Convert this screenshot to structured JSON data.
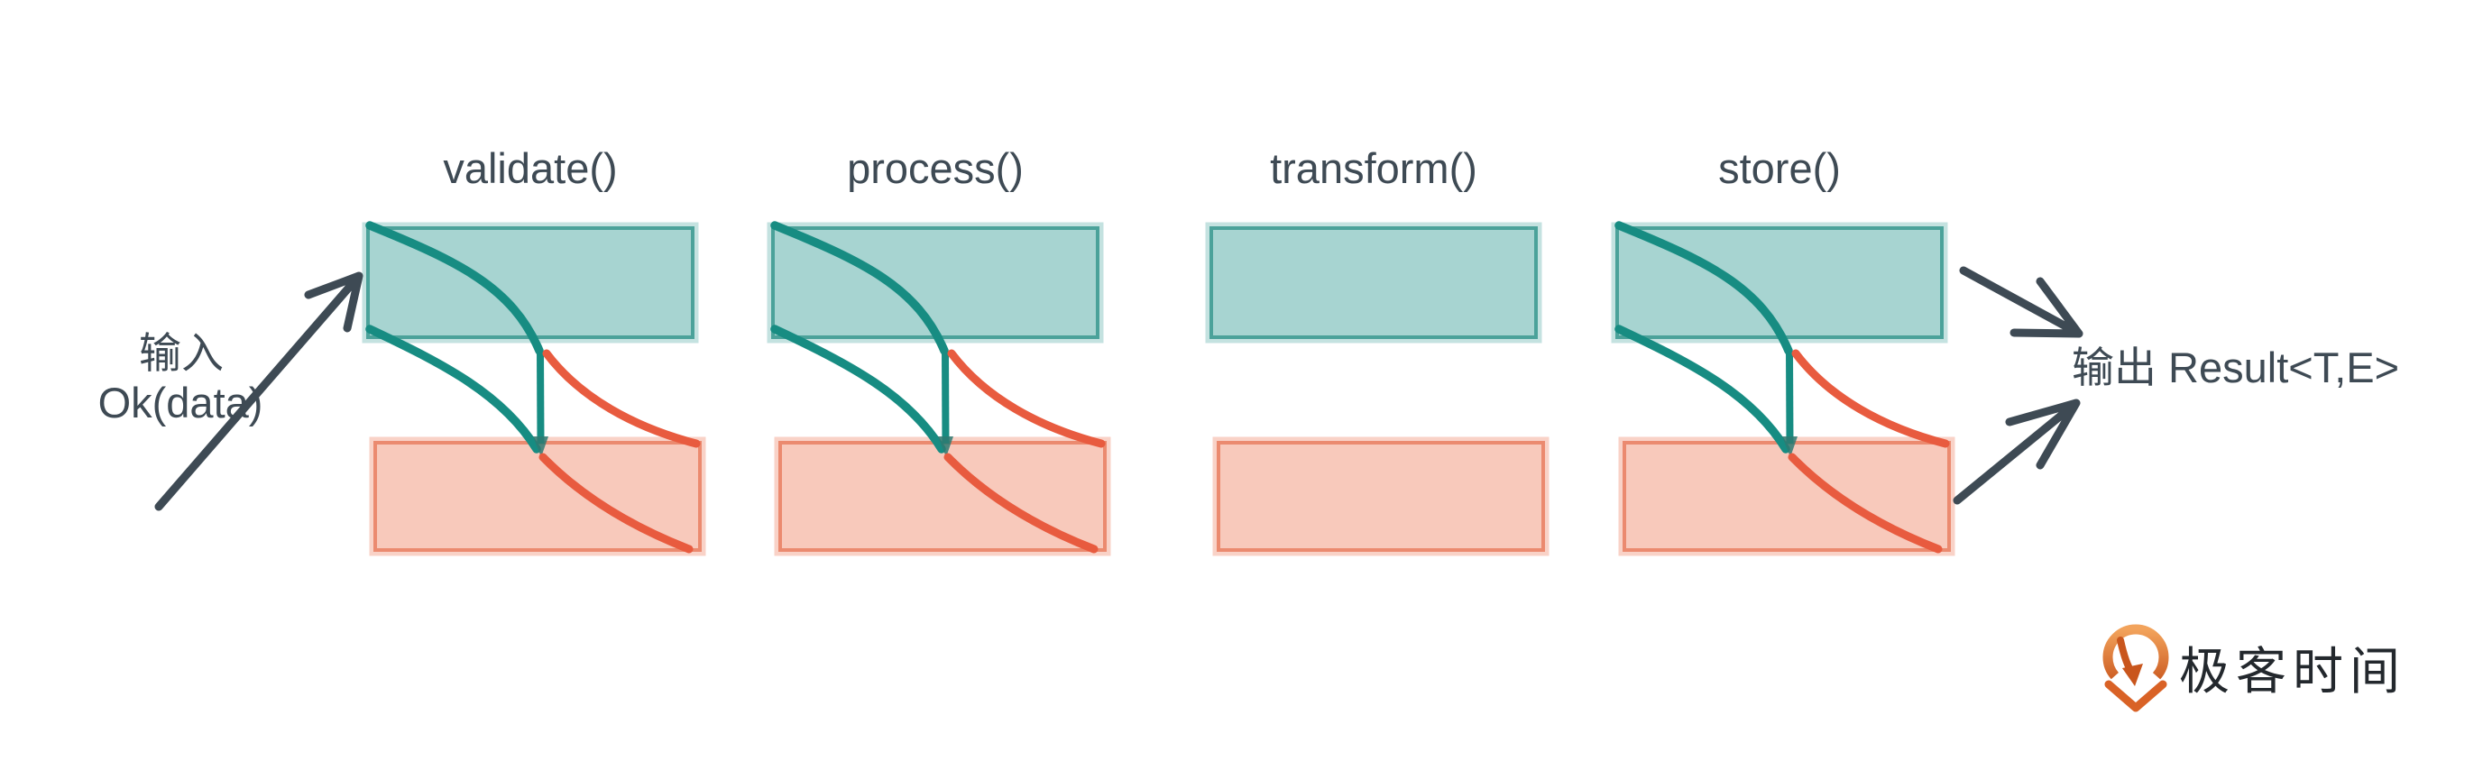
{
  "stages": [
    {
      "label": "validate()"
    },
    {
      "label": "process()"
    },
    {
      "label": "transform()"
    },
    {
      "label": "store()"
    }
  ],
  "input": {
    "line1": "输入",
    "line2": "Ok(data)"
  },
  "output": {
    "label": "输出 Result<T,E>"
  },
  "logo": {
    "text": "极客时间"
  },
  "colors": {
    "teal": "#178c82",
    "teal_dark": "#2e7a72",
    "teal_fill": "#a7d4d1",
    "teal_border": "#4ba29a",
    "teal_halo": "rgba(148,203,198,0.55)",
    "salmon_fill": "#f8c9bb",
    "salmon_border": "#eb8a6f",
    "salmon_halo": "rgba(244,166,143,0.5)",
    "red": "#e85b3f",
    "ink": "#3e4a54",
    "logo_ink": "#23282d",
    "logo_orange": "#d96226",
    "logo_orange_dark": "#c9561d"
  }
}
